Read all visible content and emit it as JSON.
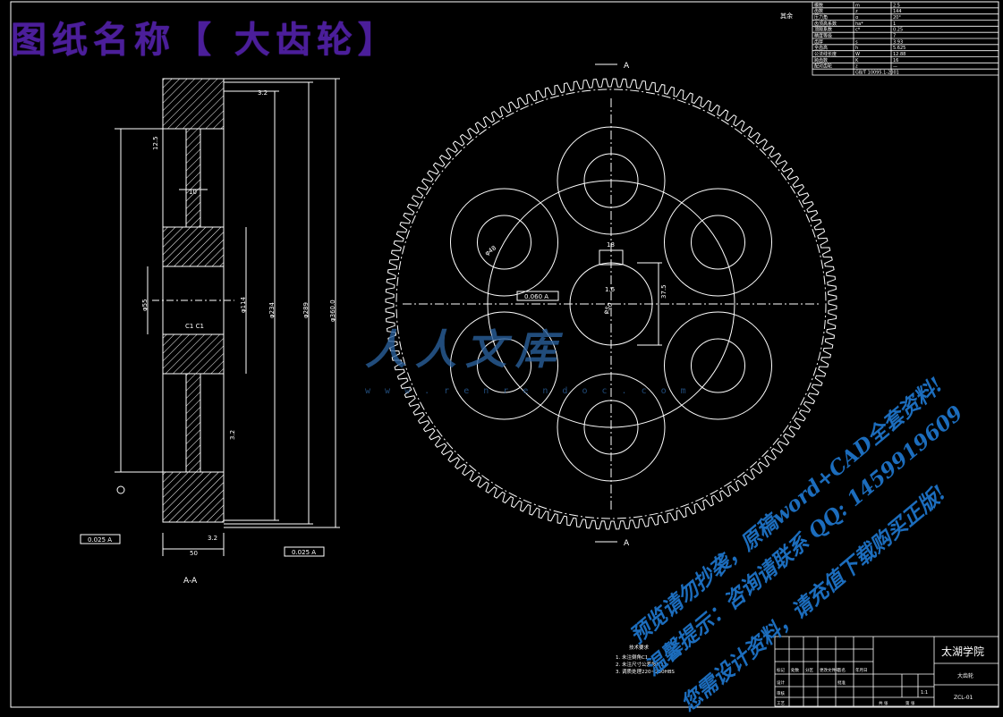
{
  "banner": {
    "title": "图纸名称【 大齿轮】"
  },
  "section_view": {
    "view_label": "A-A",
    "dims": {
      "overall_width": "50",
      "rim_step": "10",
      "outer_d": "φ360.0",
      "tip_d": "φ289",
      "bore_d": "φ114",
      "bore_small": "φ55",
      "root_d": "φ234",
      "chamfer": "C1  C1"
    },
    "roughness": [
      "3.2",
      "12.5",
      "3.2",
      "3.2"
    ],
    "tolerance_frames": [
      "0.025 A",
      "0.025 A"
    ]
  },
  "front_view": {
    "section_marks": [
      "A",
      "A"
    ],
    "keyway_width": "18",
    "keyway_depth": "37.5",
    "bore_d": "φ50",
    "hole_d": "φ48",
    "tolerance_frame": "0.060 A",
    "roughness": "1.6"
  },
  "logo": {
    "text": "人人文库",
    "url": "w w w . r e n r e n d o c . c o m"
  },
  "watermark": {
    "line1": "预览请勿抄袭，原稿word+CAD全套资料!",
    "line2": "温馨提示：咨询请联系 QQ: 1459919609",
    "line3": "您需设计资料，请充值下载购买正版!"
  },
  "param_table": {
    "rows": [
      [
        "模数",
        "m",
        "2.5"
      ],
      [
        "齿数",
        "z",
        "144"
      ],
      [
        "压力角",
        "α",
        "20°"
      ],
      [
        "齿顶高系数",
        "ha*",
        "1"
      ],
      [
        "顶隙系数",
        "c*",
        "0.25"
      ],
      [
        "精度等级",
        "",
        "7"
      ],
      [
        "齿厚",
        "s",
        "3.93"
      ],
      [
        "全齿高",
        "h",
        "5.625"
      ],
      [
        "公法线长度",
        "W",
        "12.88"
      ],
      [
        "跨齿数",
        "K",
        "16"
      ],
      [
        "配对齿轮",
        "z",
        "—"
      ],
      [
        "",
        "GB/T 10095.1-2001",
        ""
      ]
    ]
  },
  "title_block": {
    "school": "太湖学院",
    "part_name": "大齿轮",
    "drawing_no": "ZCL-01",
    "scale": "1:1",
    "labels": [
      "标记",
      "处数",
      "分区",
      "更改文件号",
      "签名",
      "年月日",
      "设计",
      "审核",
      "工艺",
      "批准"
    ],
    "bottom": [
      "共  张",
      "第  张"
    ]
  },
  "notes": {
    "heading": "技术要求",
    "items": [
      "1. 未注倒角C1",
      "2. 未注尺寸公差按IT12",
      "3. 调质处理220~250HBS"
    ]
  },
  "corner_symbol": "其余"
}
